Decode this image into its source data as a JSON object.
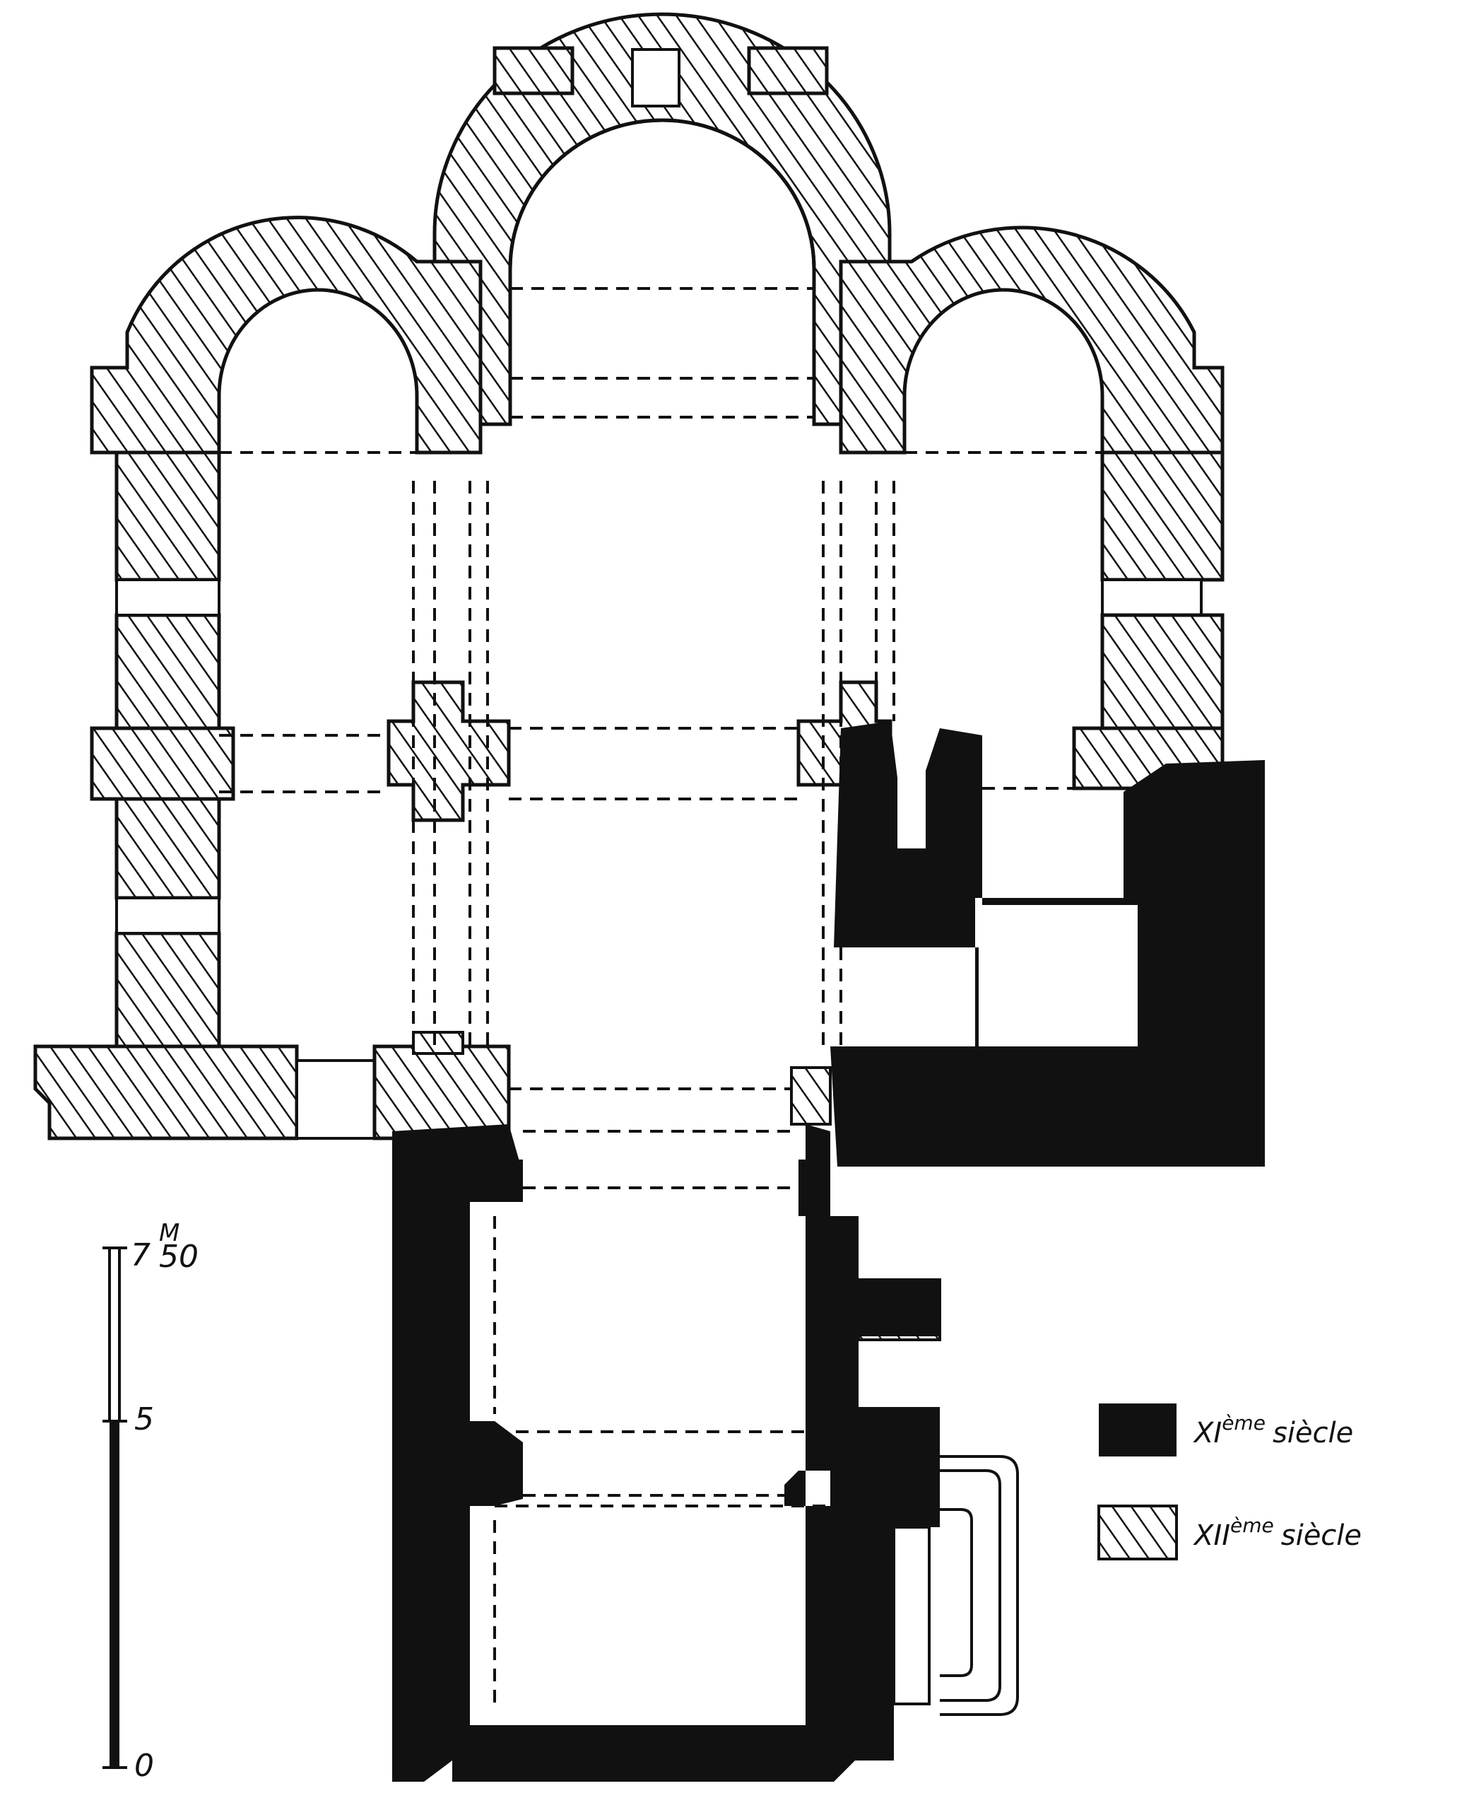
{
  "scale_bar": {
    "unit": "M",
    "ticks": [
      {
        "label": "0",
        "value": 0
      },
      {
        "label": "5",
        "value": 5
      },
      {
        "label": "7.50",
        "value": 7.5
      }
    ],
    "top_label_whole": "7",
    "top_label_unit": "M",
    "top_label_fraction": "50"
  },
  "legend": [
    {
      "period": "XI",
      "suffix": "ème",
      "word": "siècle",
      "pattern": "solid",
      "color": "#111111"
    },
    {
      "period": "XII",
      "suffix": "ème",
      "word": "siècle",
      "pattern": "hatched",
      "color": "#111111"
    }
  ],
  "colors": {
    "ink": "#111111",
    "paper": "#ffffff"
  }
}
